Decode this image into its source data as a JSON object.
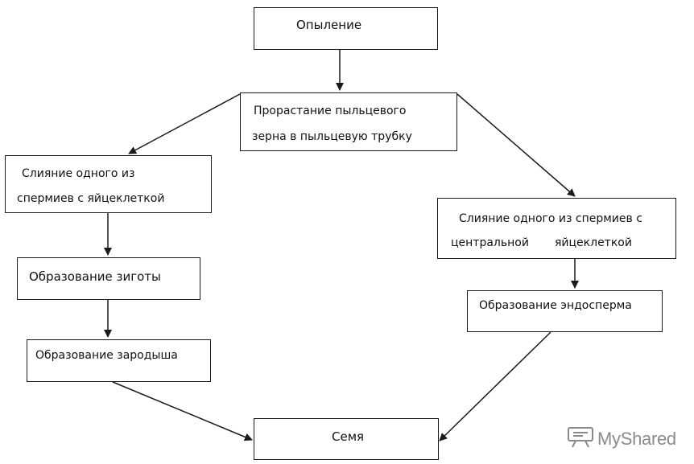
{
  "nodes": {
    "pollination": {
      "line1": "Опыление"
    },
    "germination": {
      "line1": "Прорастание  пыльцевого",
      "line2": "зерна в пыльцевую трубку"
    },
    "fusion_egg": {
      "line1": "Слияние одного из",
      "line2": "спермиев с яйцеклеткой"
    },
    "zygote": {
      "line1": "Образование зиготы"
    },
    "embryo": {
      "line1": "Образование зародыша"
    },
    "fusion_central": {
      "line1": "Слияние одного из спермиев с",
      "line2a": "центральной",
      "line2b": "яйцеклеткой"
    },
    "endosperm": {
      "line1": "Образование эндосперма"
    },
    "seed": {
      "line1": "Семя"
    }
  },
  "watermark": {
    "brand": "MyShared",
    "icon": "presentation-board-icon"
  },
  "colors": {
    "line": "#1a1a1a",
    "border": "#1a1a1a",
    "watermark": "#8a8a8a"
  }
}
